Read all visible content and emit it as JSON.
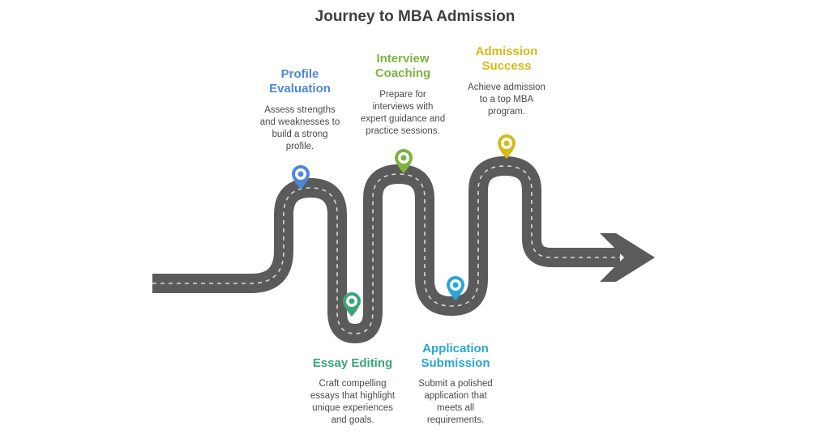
{
  "title": "Journey to MBA Admission",
  "colors": {
    "road": "#5b5b5b",
    "road_dash": "#d6d6d6",
    "profile": "#4f86d9",
    "essay": "#3aa57a",
    "interview": "#7db33e",
    "application": "#2aa6d3",
    "success": "#d4bc18"
  },
  "steps": [
    {
      "id": "profile",
      "title_line1": "Profile",
      "title_line2": "Evaluation",
      "desc": [
        "Assess strengths",
        "and weaknesses to",
        "build a strong",
        "profile."
      ],
      "icon": "location-pin-icon"
    },
    {
      "id": "essay",
      "title_line1": "Essay Editing",
      "title_line2": "",
      "desc": [
        "Craft compelling",
        "essays that highlight",
        "unique experiences",
        "and goals."
      ],
      "icon": "location-pin-icon"
    },
    {
      "id": "interview",
      "title_line1": "Interview",
      "title_line2": "Coaching",
      "desc": [
        "Prepare for",
        "interviews with",
        "expert guidance and",
        "practice sessions."
      ],
      "icon": "location-pin-icon"
    },
    {
      "id": "application",
      "title_line1": "Application",
      "title_line2": "Submission",
      "desc": [
        "Submit a polished",
        "application that",
        "meets all",
        "requirements."
      ],
      "icon": "location-pin-icon"
    },
    {
      "id": "success",
      "title_line1": "Admission",
      "title_line2": "Success",
      "desc": [
        "Achieve admission",
        "to a top MBA",
        "program."
      ],
      "icon": "location-pin-icon"
    }
  ]
}
